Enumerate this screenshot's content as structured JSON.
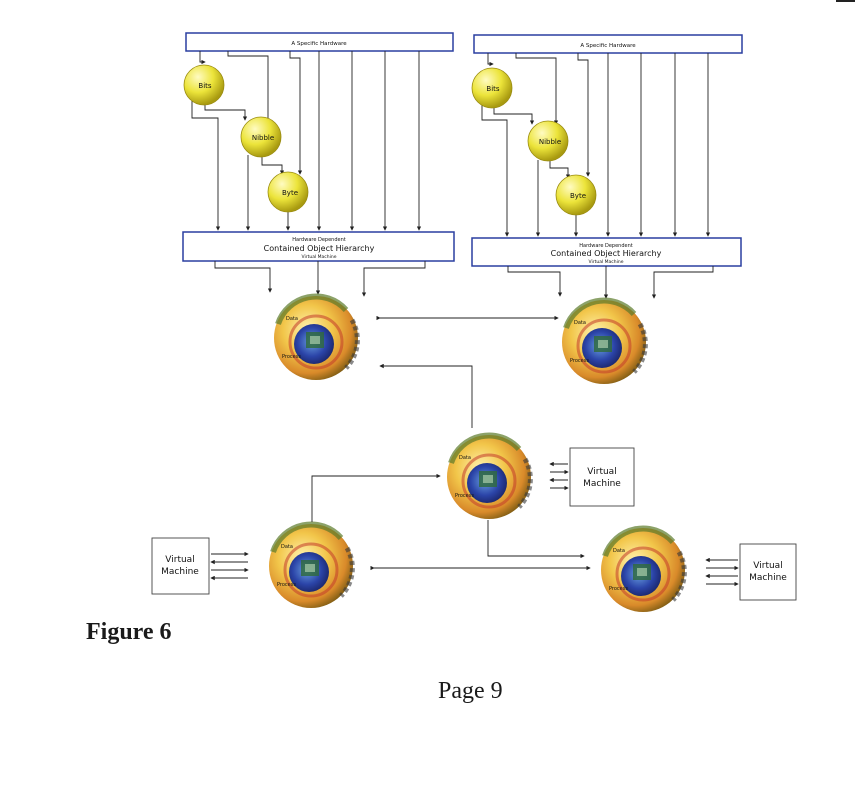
{
  "left_panel": {
    "top_bar_label": "A Specific Hardware",
    "node_bits": "Bits",
    "node_nibble": "Nibble",
    "node_byte": "Byte",
    "bottom_bar_line1": "Hardware Dependent",
    "bottom_bar_line2": "Contained Object Hierarchy",
    "bottom_bar_line3": "Virtual Machine"
  },
  "right_panel": {
    "top_bar_label": "A Specific Hardware",
    "node_bits": "Bits",
    "node_nibble": "Nibble",
    "node_byte": "Byte",
    "bottom_bar_line1": "Hardware Dependent",
    "bottom_bar_line2": "Contained Object Hierarchy",
    "bottom_bar_line3": "Virtual Machine"
  },
  "vm_center": {
    "line1": "Virtual",
    "line2": "Machine"
  },
  "vm_left": {
    "line1": "Virtual",
    "line2": "Machine"
  },
  "vm_right": {
    "line1": "Virtual",
    "line2": "Machine"
  },
  "caption": {
    "figure": "Figure 6",
    "page": "Page 9"
  },
  "colors": {
    "bar_border": "#2a3fa0",
    "node_yellow": "#e8e236",
    "globe_blue": "#2a3f9e",
    "globe_orange": "#e6a033",
    "line": "#222222"
  }
}
